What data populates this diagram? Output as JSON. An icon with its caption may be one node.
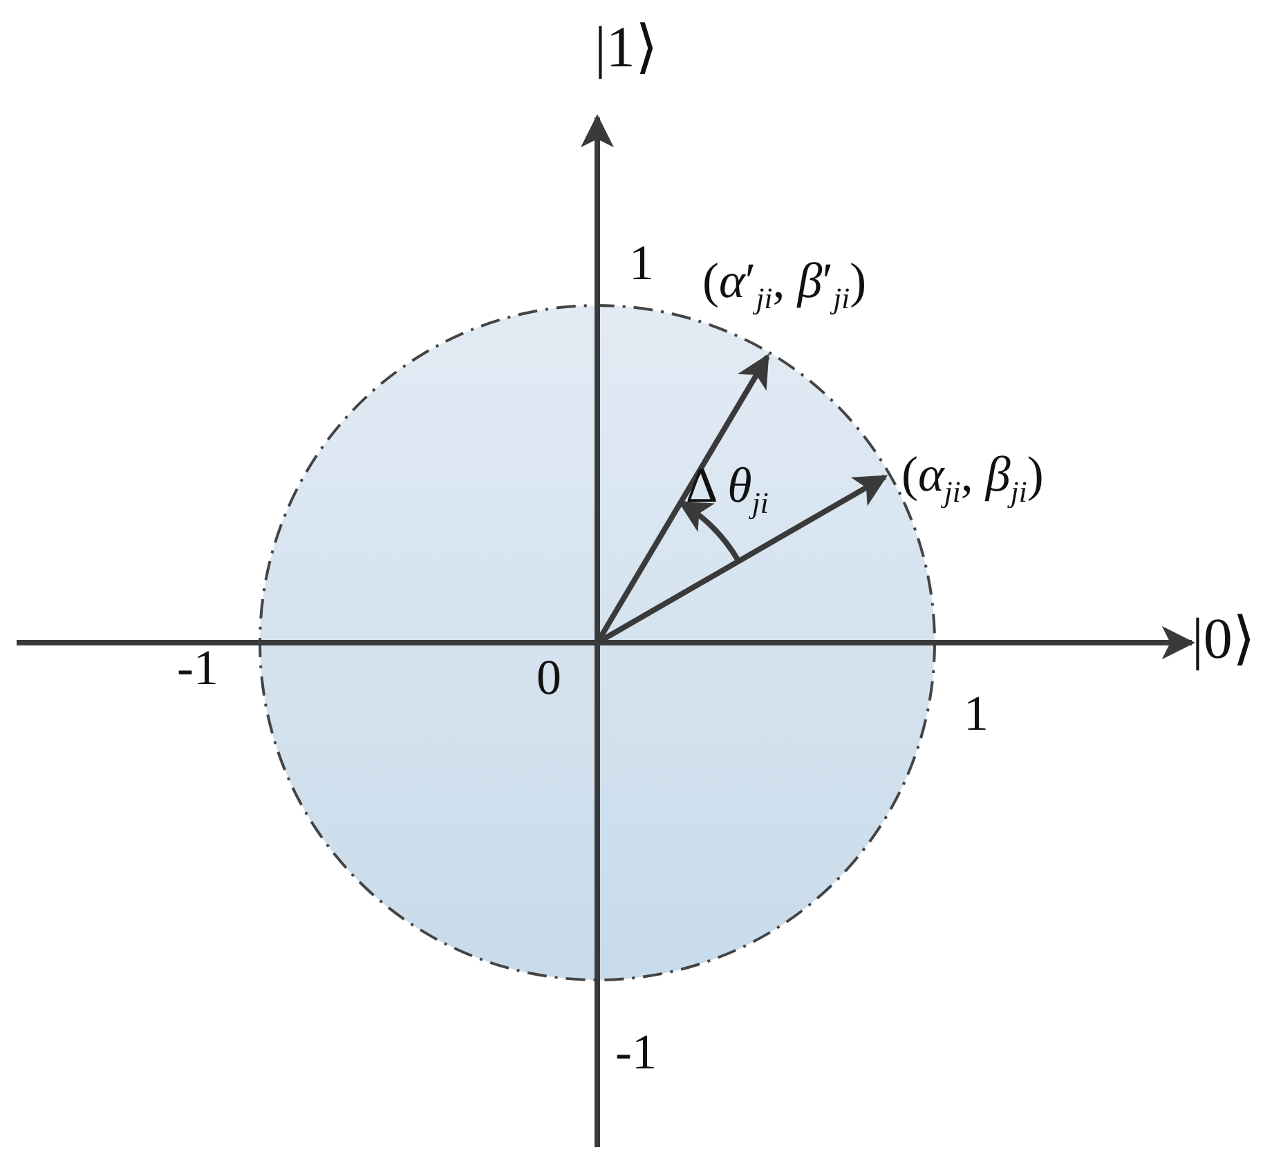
{
  "diagram": {
    "nodes": [
      {
        "text": [
          "(*α*′$_{ji}$, *β*′$_{ji}$)"
        ]
      },
      {
        "text": [
          "(*α*$_{ji}$, *β*$_{ji}$)"
        ]
      }
    ],
    "edges": [
      {
        "from": null,
        "to": 0,
        "arrow": "to"
      },
      {
        "from": null,
        "to": 1,
        "arrow": "to"
      }
    ],
    "labels": [
      "|1⟩",
      "1",
      "Δ *θ*$_{ji}$",
      "|0⟩",
      "-1",
      "0",
      "1",
      "-1"
    ]
  }
}
